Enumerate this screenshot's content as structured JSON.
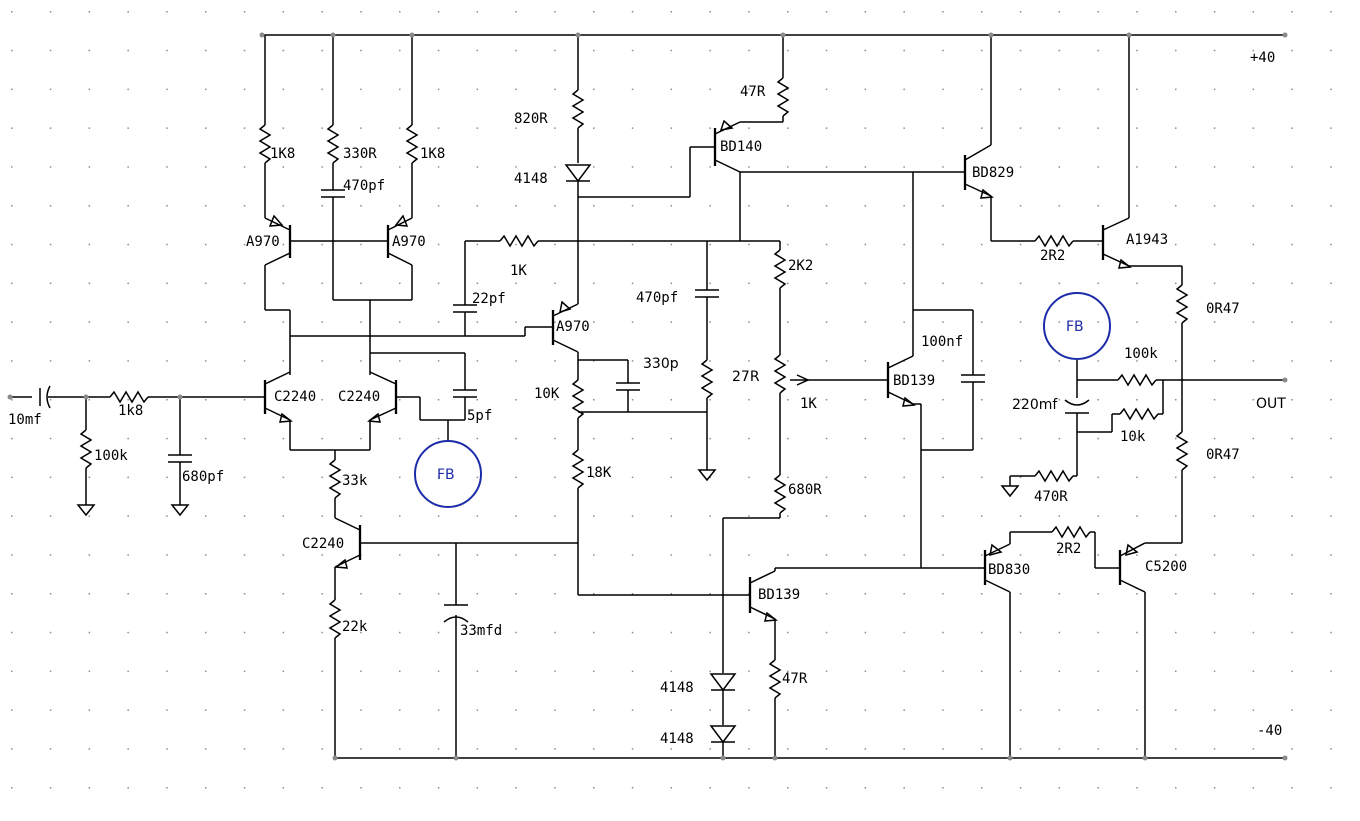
{
  "rails": {
    "positive": "+40",
    "negative": "-40",
    "output": "OUT"
  },
  "feedback": {
    "label": "FB"
  },
  "resistors": {
    "r_in": "1k8",
    "r_in_gnd": "100k",
    "r_tl": "1K8",
    "r_tc": "330R",
    "r_tr": "1K8",
    "r_tail": "33k",
    "r_cs": "22k",
    "r_820": "820R",
    "r_47_top": "47R",
    "r_1k": "1K",
    "r_10k": "10K",
    "r_18k": "18K",
    "r_2k2": "2K2",
    "r_27": "27R",
    "r_pot": "1K",
    "r_680": "680R",
    "r_47_bot": "47R",
    "r_2r2_top": "2R2",
    "r_2r2_bot": "2R2",
    "r_047_top": "0R47",
    "r_047_bot": "0R47",
    "r_100k_fb": "100k",
    "r_10k_fb": "10k",
    "r_470_fb": "470R"
  },
  "capacitors": {
    "c_in": "10mf",
    "c_680": "680pf",
    "c_470p": "470pf",
    "c_22p": "22pf",
    "c_5p": "5pf",
    "c_33": "33mfd",
    "c_470p2": "470pf",
    "c_330p": "330p",
    "c_100n": "100nf",
    "c_220": "220mf"
  },
  "diodes": {
    "d_top": "4148",
    "d_bot1": "4148",
    "d_bot2": "4148"
  },
  "transistors": {
    "q_a970_l": "A970",
    "q_a970_r": "A970",
    "q_c2240_l": "C2240",
    "q_c2240_r": "C2240",
    "q_c2240_cs": "C2240",
    "q_a970_vas": "A970",
    "q_bd140": "BD140",
    "q_bd139_vbe": "BD139",
    "q_bd139_low": "BD139",
    "q_bd829": "BD829",
    "q_bd830": "BD830",
    "q_a1943": "A1943",
    "q_c5200": "C5200"
  }
}
